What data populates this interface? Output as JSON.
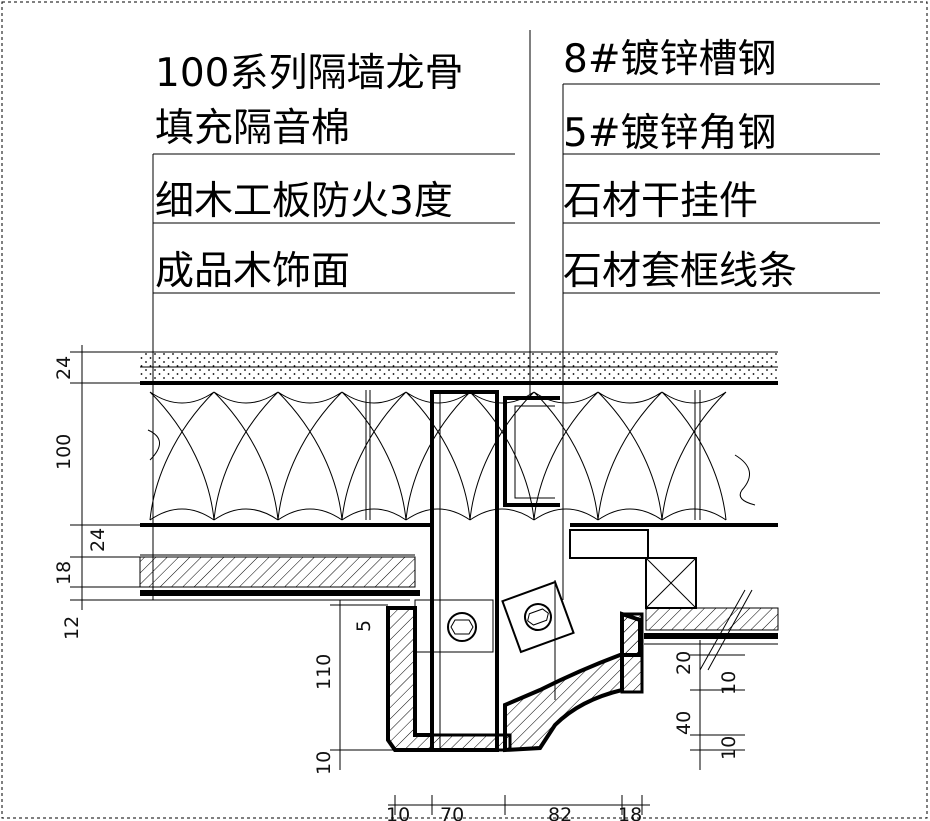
{
  "labels_left": [
    "100系列隔墙龙骨",
    "填充隔音棉",
    "细木工板防火3度",
    "成品木饰面"
  ],
  "labels_right": [
    "8#镀锌槽钢",
    "5#镀锌角钢",
    "石材干挂件",
    "石材套框线条"
  ],
  "dimensions_left": [
    "24",
    "100",
    "24",
    "18",
    "12"
  ],
  "dimensions_mid": [
    "5",
    "110",
    "10"
  ],
  "dimensions_right": [
    "20",
    "10",
    "40",
    "10"
  ],
  "dimensions_bottom": [
    "10",
    "70",
    "82",
    "18"
  ]
}
